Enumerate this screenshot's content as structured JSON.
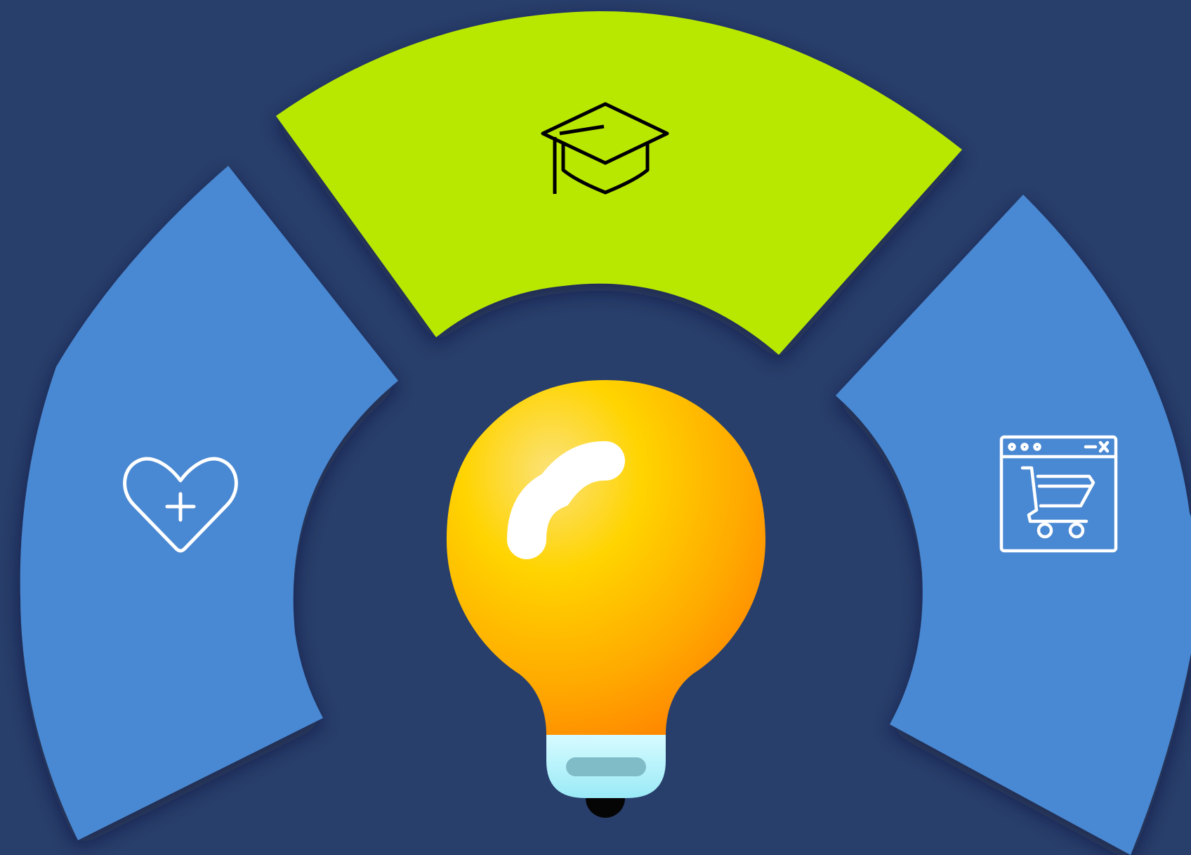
{
  "colors": {
    "background": "#283e6b",
    "segment_blue": "#4a88d2",
    "segment_green": "#b9e800",
    "icon_light": "#ffffff",
    "icon_dark": "#000000",
    "bulb_yellow": "#ffd400",
    "bulb_orange": "#ff9500",
    "bulb_base": "#a3f0fb"
  },
  "segments": [
    {
      "id": "left",
      "color_key": "segment_blue",
      "icon": "heart-plus-icon"
    },
    {
      "id": "top",
      "color_key": "segment_green",
      "icon": "graduation-cap-icon"
    },
    {
      "id": "right",
      "color_key": "segment_blue",
      "icon": "online-shopping-cart-icon"
    }
  ],
  "center": {
    "icon": "light-bulb-icon"
  }
}
